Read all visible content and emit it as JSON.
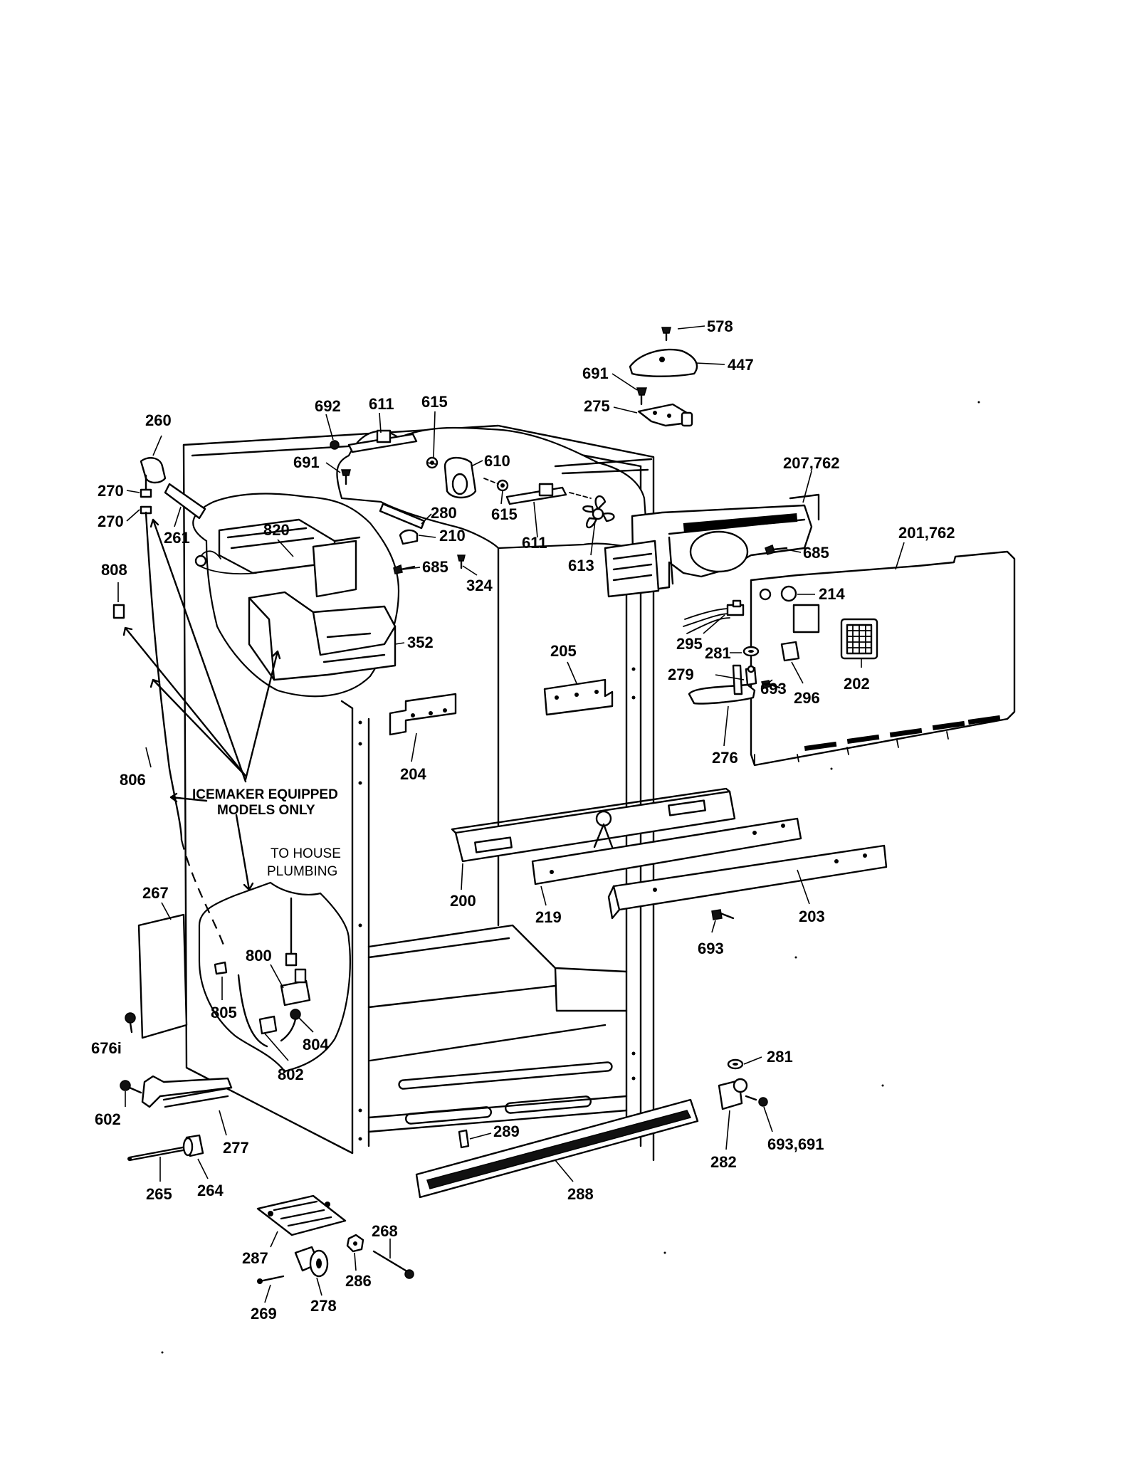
{
  "labels": {
    "p578": "578",
    "p447": "447",
    "p691a": "691",
    "p275": "275",
    "p692": "692",
    "p611a": "611",
    "p615a": "615",
    "p610": "610",
    "p207": "207,762",
    "p260": "260",
    "p691b": "691",
    "p615b": "615",
    "p611b": "611",
    "p270a": "270",
    "p270b": "270",
    "p261": "261",
    "p820": "820",
    "p280": "280",
    "p210": "210",
    "p613": "613",
    "p685a": "685",
    "p201": "201,762",
    "p685b": "685",
    "p324": "324",
    "p214": "214",
    "p808": "808",
    "p352": "352",
    "p295": "295",
    "p281a": "281",
    "p205": "205",
    "p279": "279",
    "p693a": "693",
    "p202": "202",
    "p296": "296",
    "p204": "204",
    "p276": "276",
    "p806": "806",
    "p200": "200",
    "p219": "219",
    "p203": "203",
    "p267": "267",
    "p693b": "693",
    "p800": "800",
    "p805": "805",
    "p804": "804",
    "p676": "676i",
    "p802": "802",
    "p281b": "281",
    "p602": "602",
    "p693c": "693,691",
    "p277": "277",
    "p289": "289",
    "p282": "282",
    "p265": "265",
    "p264": "264",
    "p288": "288",
    "p268": "268",
    "p287": "287",
    "p286": "286",
    "p269": "269",
    "p278": "278"
  },
  "notes": {
    "icemaker_line1": "ICEMAKER EQUIPPED",
    "icemaker_line2": "MODELS ONLY",
    "plumbing_line1": "TO HOUSE",
    "plumbing_line2": "PLUMBING"
  }
}
